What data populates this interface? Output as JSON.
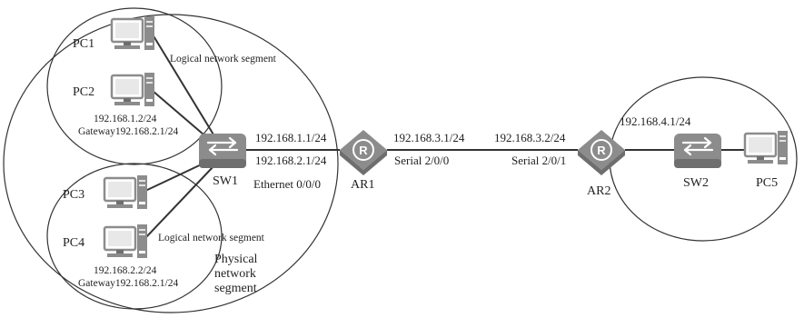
{
  "colors": {
    "line": "#333333",
    "device_face": "#8c8c8c",
    "device_dark": "#6e6e6e",
    "device_light": "#b3b3b3",
    "screen": "#e8e8e8",
    "text": "#222222"
  },
  "devices": {
    "pc1": {
      "label": "PC1",
      "icon": "pc-icon"
    },
    "pc2": {
      "label": "PC2",
      "icon": "pc-icon"
    },
    "pc3": {
      "label": "PC3",
      "icon": "pc-icon"
    },
    "pc4": {
      "label": "PC4",
      "icon": "pc-icon"
    },
    "pc5": {
      "label": "PC5",
      "icon": "pc-icon"
    },
    "sw1": {
      "label": "SW1",
      "icon": "switch-icon"
    },
    "sw2": {
      "label": "SW2",
      "icon": "switch-icon"
    },
    "ar1": {
      "label": "AR1",
      "icon": "router-icon"
    },
    "ar2": {
      "label": "AR2",
      "icon": "router-icon"
    }
  },
  "segments": {
    "logical_top": "Logical network segment",
    "logical_bottom": "Logical network segment",
    "physical_line1": "Physical",
    "physical_line2": "network",
    "physical_line3": "segment"
  },
  "addresses": {
    "pc2_ip": "192.168.1.2/24",
    "pc2_gateway": "Gateway192.168.2.1/24",
    "pc4_ip": "192.168.2.2/24",
    "pc4_gateway": "Gateway192.168.2.1/24",
    "ar1_eth_ip1": "192.168.1.1/24",
    "ar1_eth_ip2": "192.168.2.1/24",
    "ar1_eth_if": "Ethernet 0/0/0",
    "ar1_serial_ip": "192.168.3.1/24",
    "ar1_serial_if": "Serial 2/0/0",
    "ar2_serial_ip": "192.168.3.2/24",
    "ar2_serial_if": "Serial 2/0/1",
    "ar2_lan_ip": "192.168.4.1/24"
  }
}
